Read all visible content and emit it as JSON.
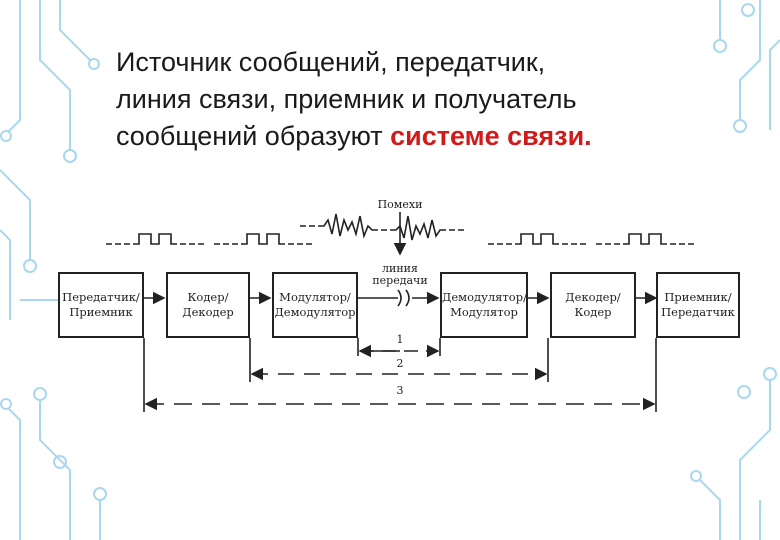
{
  "slide": {
    "title_line1": "Источник сообщений, передатчик,",
    "title_line2": "линия связи, приемник и получатель",
    "title_line3_prefix": "сообщений образуют ",
    "title_accent": "системе связи.",
    "accent_color": "#d11a1a",
    "decoration_color": "#a9d7ee"
  },
  "diagram": {
    "noise_label": "Помехи",
    "line_label_1": "линия",
    "line_label_2": "передачи",
    "blocks": [
      {
        "line1": "Передатчик/",
        "line2": "Приемник"
      },
      {
        "line1": "Кодер/",
        "line2": "Декодер"
      },
      {
        "line1": "Модулятор/",
        "line2": "Демодулятор"
      },
      {
        "line1": "Демодулятор/",
        "line2": "Модулятор"
      },
      {
        "line1": "Декодер/",
        "line2": "Кодер"
      },
      {
        "line1": "Приемник/",
        "line2": "Передатчик"
      }
    ],
    "span_labels": [
      "1",
      "2",
      "3"
    ]
  }
}
